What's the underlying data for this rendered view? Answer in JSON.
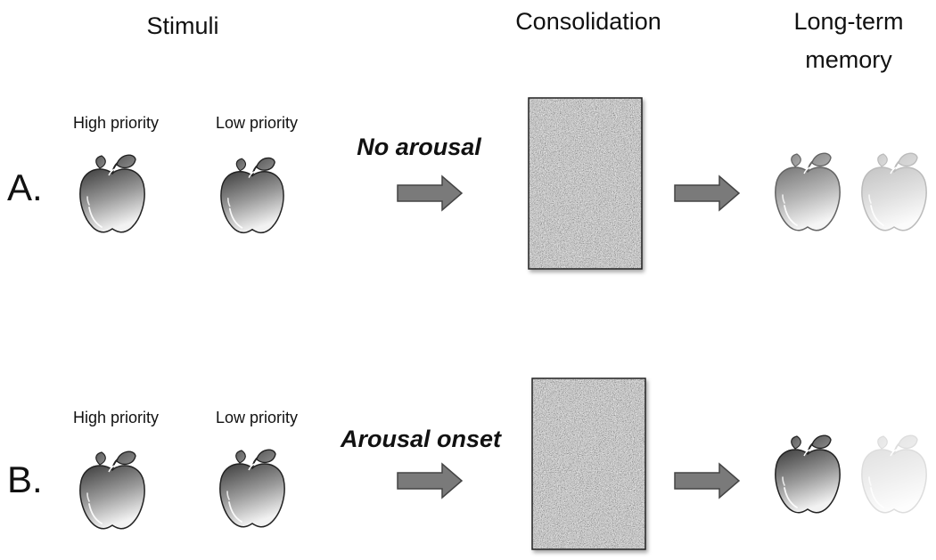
{
  "headers": {
    "stimuli": "Stimuli",
    "consolidation": "Consolidation",
    "long_term_memory_line1": "Long-term",
    "long_term_memory_line2": "memory"
  },
  "rows": [
    {
      "label": "A.",
      "high_priority": "High priority",
      "low_priority": "Low priority",
      "condition": "No arousal",
      "memory_high_level": 0.7,
      "memory_low_level": 0.3
    },
    {
      "label": "B.",
      "high_priority": "High priority",
      "low_priority": "Low priority",
      "condition": "Arousal onset",
      "memory_high_level": 1.0,
      "memory_low_level": 0.15
    }
  ],
  "colors": {
    "arrow_fill": "#7a7a7a",
    "arrow_stroke": "#444444",
    "apple_dark": "#3a3a3a",
    "apple_light": "#f4f4f4",
    "noise_dark": "#2b2b2b",
    "noise_light": "#e6e6e6"
  },
  "icons": [
    "apple-icon",
    "right-arrow-icon",
    "noise-block"
  ]
}
